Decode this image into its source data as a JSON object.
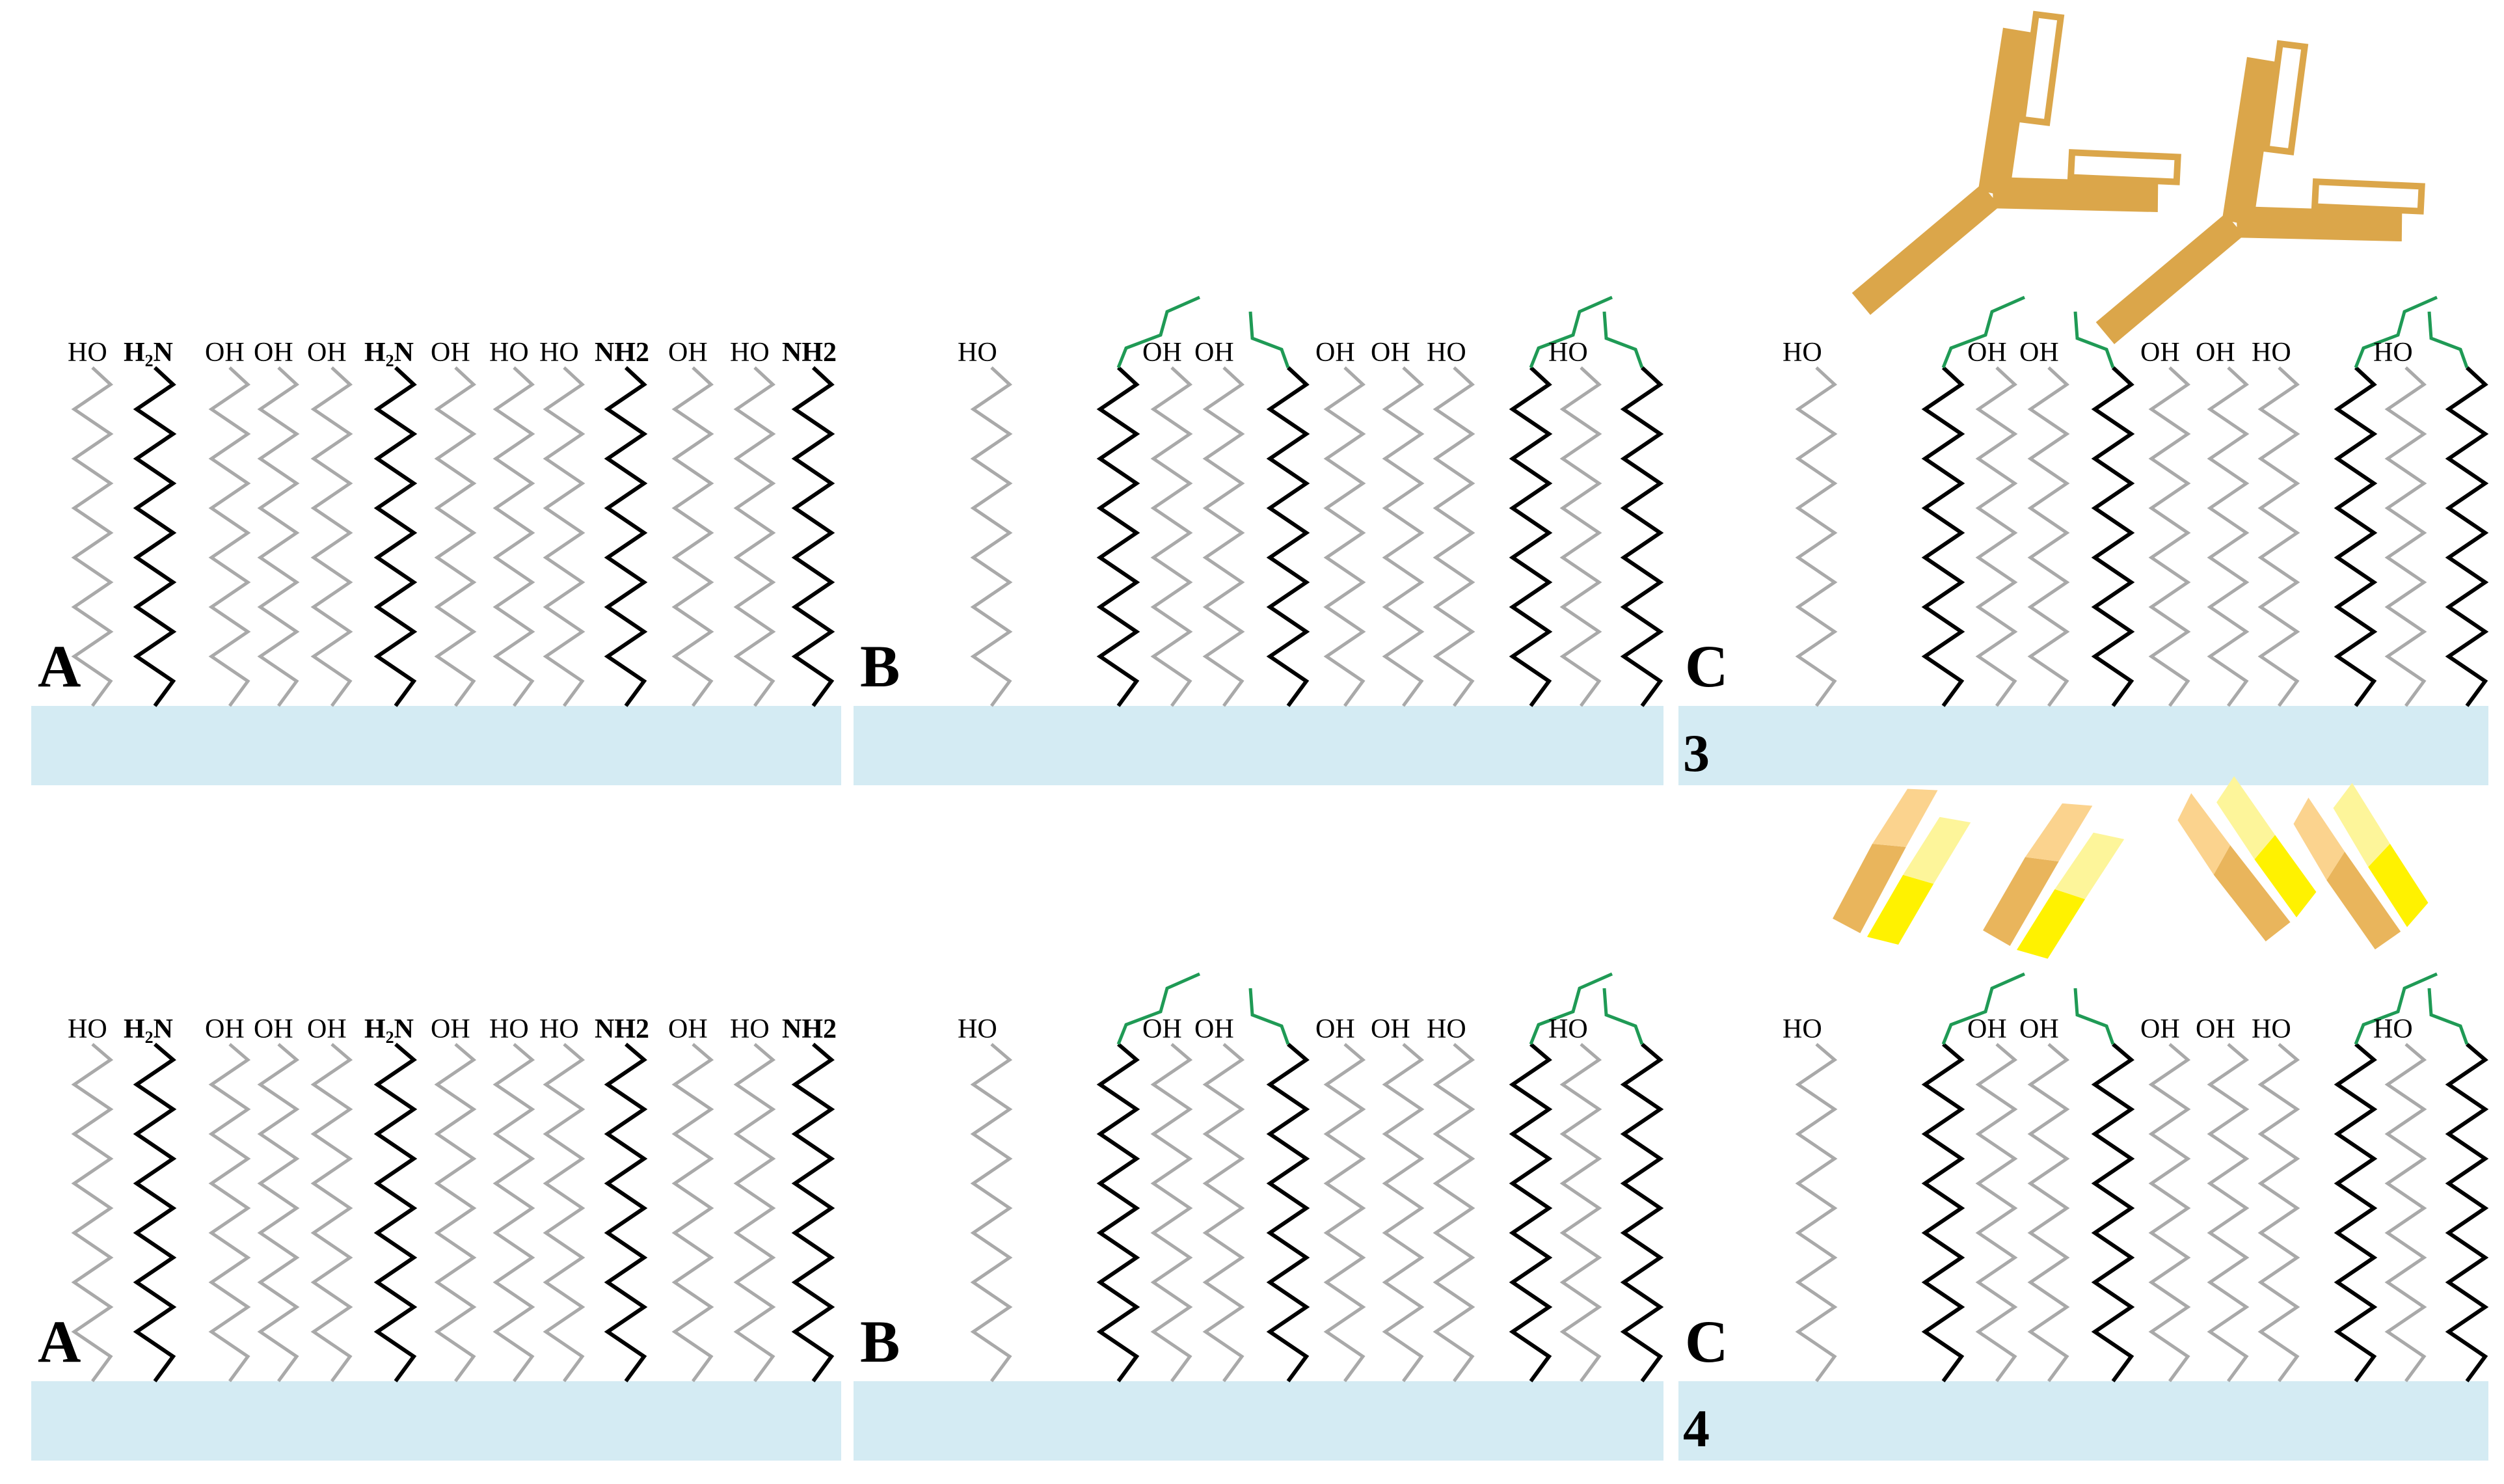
{
  "colors": {
    "substrate": "#d4ebf3",
    "hydroxyl_chain": "#a9a9a9",
    "amine_chain": "#000000",
    "linker": "#1f9a55",
    "antibody": "#dba64a",
    "fragment_light": "#fbd38e",
    "fragment_dark": "#e9b55c",
    "fragment_yellow": "#fff200",
    "fragment_pale_yellow": "#fdf59a"
  },
  "rows": [
    {
      "number": "3",
      "panel_letters": [
        "A",
        "B",
        "C"
      ],
      "panel_a_labels": [
        "HO",
        "H2N",
        "OH",
        "OH",
        "OH",
        "H2N",
        "OH",
        "HO",
        "HO",
        "NH2",
        "OH",
        "HO",
        "NH2"
      ],
      "hydroxyl_labels": [
        "HO",
        "OH",
        "OH",
        "OH",
        "OH",
        "HO",
        "HO",
        "OH",
        "HO"
      ],
      "capture_molecule": "full-antibody-icon"
    },
    {
      "number": "4",
      "panel_letters": [
        "A",
        "B",
        "C"
      ],
      "panel_a_labels": [
        "HO",
        "H2N",
        "OH",
        "OH",
        "OH",
        "H2N",
        "OH",
        "HO",
        "HO",
        "NH2",
        "OH",
        "HO",
        "NH2"
      ],
      "hydroxyl_labels": [
        "HO",
        "OH",
        "OH",
        "OH",
        "OH",
        "HO",
        "HO",
        "OH",
        "HO"
      ],
      "capture_molecule": "antibody-fragment-icon"
    }
  ]
}
